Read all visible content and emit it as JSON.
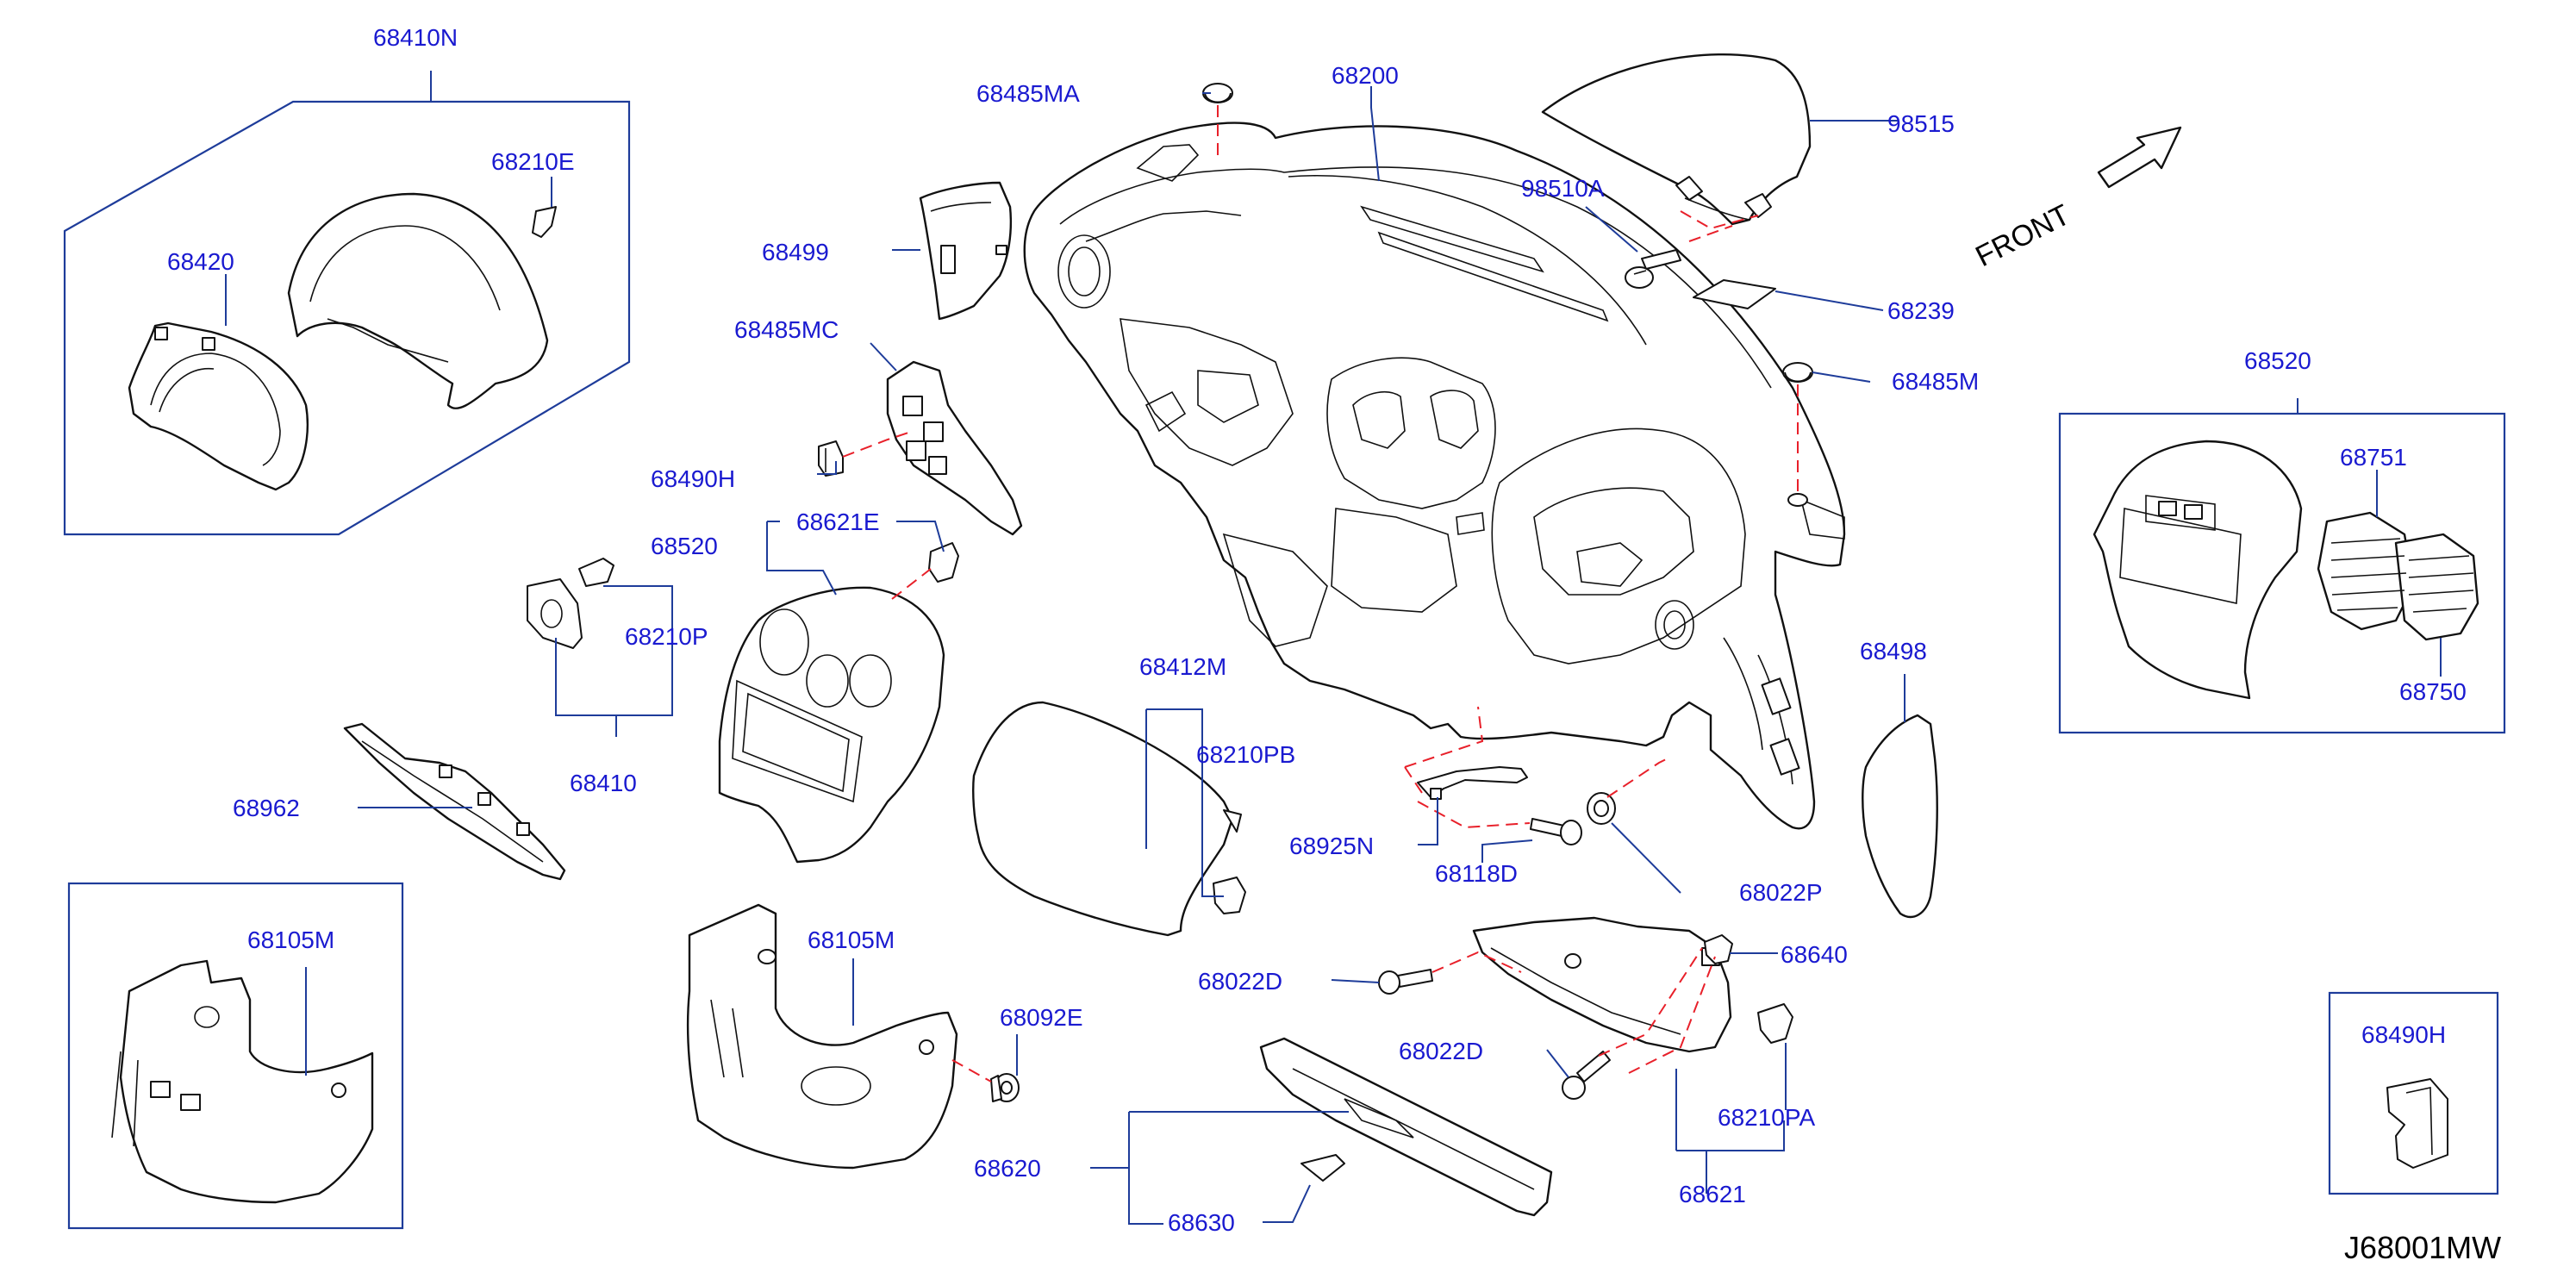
{
  "diagram": {
    "drawing_code": "J68001MW",
    "front_label": "FRONT",
    "colors": {
      "label": "#1a1ad0",
      "leader": "#1e3c9a",
      "dashed_guide": "#e8202a",
      "outline": "#111111"
    },
    "labels": {
      "l68410N": "68410N",
      "l68210E": "68210E",
      "l68420": "68420",
      "l68485MA": "68485MA",
      "l68200": "68200",
      "l98515": "98515",
      "l98510A": "98510A",
      "l68499": "68499",
      "l68239": "68239",
      "l68485MC": "68485MC",
      "l68485M": "68485M",
      "l68520a": "68520",
      "l68490H_a": "68490H",
      "l68751": "68751",
      "l68621E": "68621E",
      "l68520b": "68520",
      "l68210P": "68210P",
      "l68498": "68498",
      "l68750": "68750",
      "l68410": "68410",
      "l68412M": "68412M",
      "l68210PB": "68210PB",
      "l68962": "68962",
      "l68925N": "68925N",
      "l68118D": "68118D",
      "l68022P": "68022P",
      "l68105M_a": "68105M",
      "l68105M_b": "68105M",
      "l68640": "68640",
      "l68022D_a": "68022D",
      "l68092E": "68092E",
      "l68022D_b": "68022D",
      "l68490H_b": "68490H",
      "l68210PA": "68210PA",
      "l68620": "68620",
      "l68621": "68621",
      "l68630": "68630"
    }
  }
}
